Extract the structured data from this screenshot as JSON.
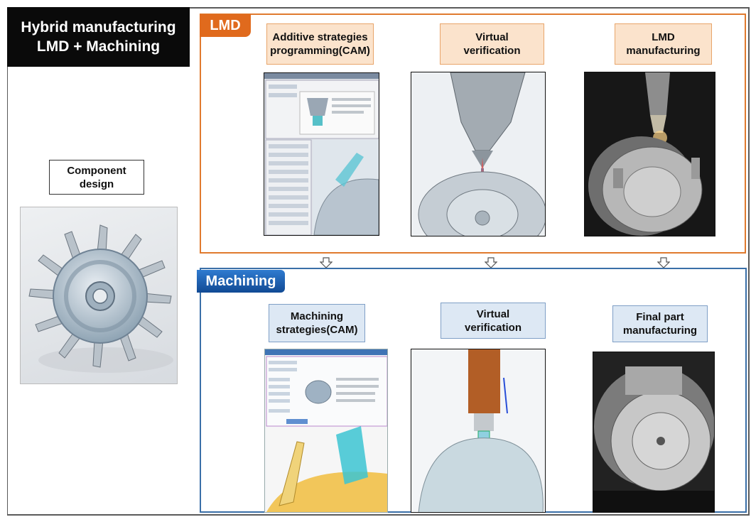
{
  "title": {
    "line1": "Hybrid manufacturing",
    "line2": "LMD + Machining"
  },
  "component": {
    "label": "Component\ndesign"
  },
  "lmd": {
    "tag": "LMD",
    "color": "#e06a1d",
    "steps": [
      {
        "label": "Additive strategies\nprogramming(CAM)"
      },
      {
        "label": "Virtual\nverification"
      },
      {
        "label": "LMD\nmanufacturing"
      }
    ]
  },
  "machining": {
    "tag": "Machining",
    "color": "#1d5ca8",
    "steps": [
      {
        "label": "Machining\nstrategies(CAM)"
      },
      {
        "label": "Virtual\nverification"
      },
      {
        "label": "Final part\nmanufacturing"
      }
    ]
  }
}
